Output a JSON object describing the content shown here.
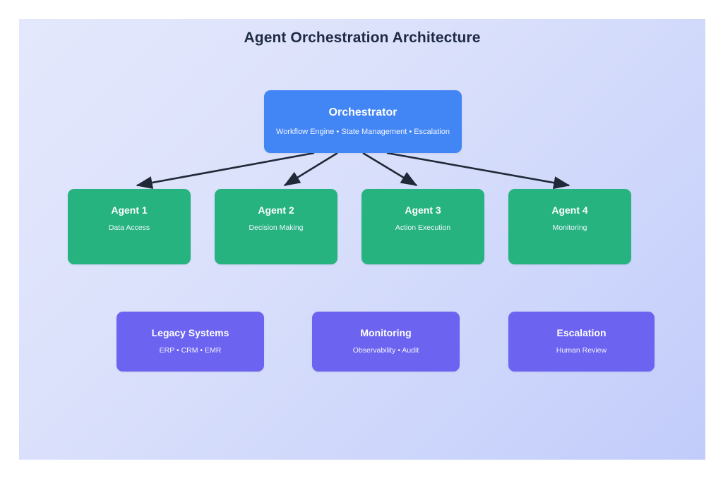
{
  "diagram": {
    "title": "Agent Orchestration Architecture",
    "background_gradient_from": "#e4e8fc",
    "background_gradient_to": "#c2ccfa",
    "connector_color": "#1f2937",
    "orchestrator": {
      "title": "Orchestrator",
      "subtitle": "Workflow Engine • State Management • Escalation",
      "color": "#4285f4"
    },
    "agents": [
      {
        "title": "Agent 1",
        "subtitle": "Data Access",
        "color": "#26b37f"
      },
      {
        "title": "Agent 2",
        "subtitle": "Decision Making",
        "color": "#26b37f"
      },
      {
        "title": "Agent 3",
        "subtitle": "Action Execution",
        "color": "#26b37f"
      },
      {
        "title": "Agent 4",
        "subtitle": "Monitoring",
        "color": "#26b37f"
      }
    ],
    "support": [
      {
        "title": "Legacy Systems",
        "subtitle": "ERP • CRM • EMR",
        "color": "#6c63f0"
      },
      {
        "title": "Monitoring",
        "subtitle": "Observability • Audit",
        "color": "#6c63f0"
      },
      {
        "title": "Escalation",
        "subtitle": "Human Review",
        "color": "#6c63f0"
      }
    ],
    "connections": [
      {
        "from": "Orchestrator",
        "to": "Agent 1"
      },
      {
        "from": "Orchestrator",
        "to": "Agent 2"
      },
      {
        "from": "Orchestrator",
        "to": "Agent 3"
      },
      {
        "from": "Orchestrator",
        "to": "Agent 4"
      }
    ]
  }
}
